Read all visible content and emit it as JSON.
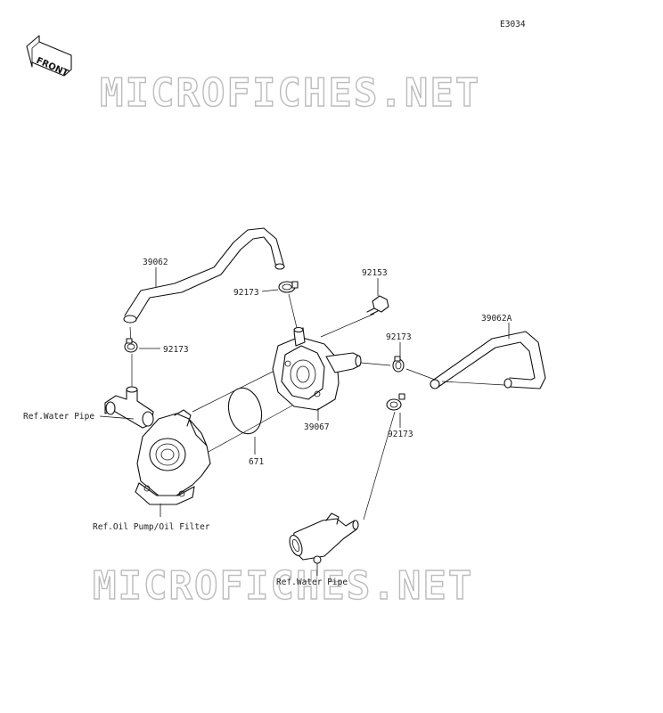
{
  "diagram_code": "E3034",
  "front_arrow_label": "FRONT",
  "watermark_text": "MICROFICHES.NET",
  "parts": {
    "hose_upper": "39062",
    "clamp_upper_left": "92173",
    "clamp_upper_mid": "92173",
    "bolt": "92153",
    "hose_right": "39062A",
    "clamp_right_upper": "92173",
    "clamp_right_lower": "92173",
    "oil_cooler": "39067",
    "o_ring": "671"
  },
  "refs": {
    "water_pipe_left": "Ref.Water Pipe",
    "oil_pump_filter": "Ref.Oil Pump/Oil Filter",
    "water_pipe_bottom": "Ref.Water Pipe"
  }
}
